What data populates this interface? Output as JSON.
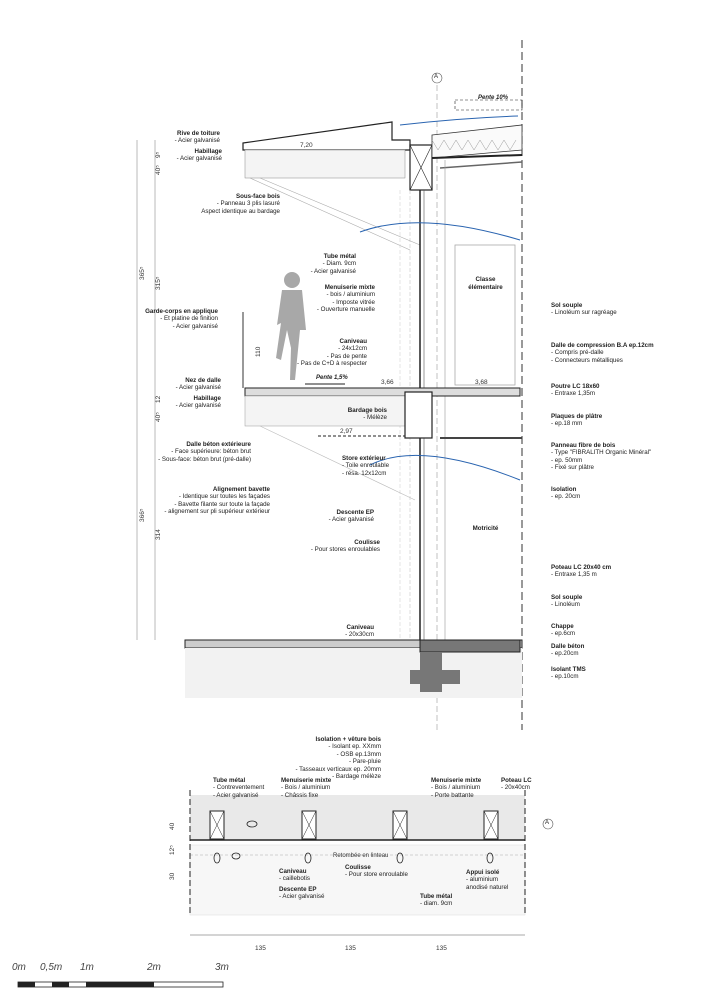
{
  "section": {
    "left_labels": [
      {
        "title": "Rive de toiture",
        "lines": [
          "- Acier galvanisé"
        ]
      },
      {
        "title": "Habillage",
        "lines": [
          "- Acier galvanisé"
        ]
      },
      {
        "title": "Sous-face bois",
        "lines": [
          "- Panneau 3 plis lasuré",
          "Aspect identique au bardage"
        ]
      },
      {
        "title": "Tube métal",
        "lines": [
          "- Diam. 9cm",
          "- Acier galvanisé"
        ]
      },
      {
        "title": "Menuiserie mixte",
        "lines": [
          "- bois / aluminium",
          "- Imposte vitrée",
          "- Ouverture manuelle"
        ]
      },
      {
        "title": "Garde-corps en applique",
        "lines": [
          "- Et platine de finition",
          "- Acier galvanisé"
        ]
      },
      {
        "title": "Caniveau",
        "lines": [
          "- 24x12cm",
          "- Pas de pente",
          "- Pas de C+D à respecter"
        ]
      },
      {
        "title": "Nez de dalle",
        "lines": [
          "- Acier galvanisé"
        ]
      },
      {
        "title": "Habillage",
        "lines": [
          "- Acier galvanisé"
        ]
      },
      {
        "title": "Bardage bois",
        "lines": [
          "- Mélèze"
        ]
      },
      {
        "title": "Dalle béton extérieure",
        "lines": [
          "- Face supérieure: béton brut",
          "- Sous-face: béton brut (pré-dalle)"
        ]
      },
      {
        "title": "Store extérieur",
        "lines": [
          "- Toile enroulable",
          "- résa. 12x12cm"
        ]
      },
      {
        "title": "Alignement bavette",
        "lines": [
          "- Identique sur toutes les façades",
          "- Bavette filante sur toute la façade",
          "- alignement sur pli supérieur extérieur"
        ]
      },
      {
        "title": "Descente EP",
        "lines": [
          "- Acier galvanisé"
        ]
      },
      {
        "title": "Coulisse",
        "lines": [
          "- Pour stores enroulables"
        ]
      },
      {
        "title": "Caniveau",
        "lines": [
          "- 20x30cm"
        ]
      }
    ],
    "right_labels": [
      {
        "title": "Sol souple",
        "lines": [
          "- Linoléum sur ragréage"
        ]
      },
      {
        "title": "Dalle de compression B.A ep.12cm",
        "lines": [
          "- Compris pré-dalle",
          "- Connecteurs métalliques"
        ]
      },
      {
        "title": "Poutre LC 18x60",
        "lines": [
          "- Entraxe 1,35m"
        ]
      },
      {
        "title": "Plaques de plâtre",
        "lines": [
          "- ep.18 mm"
        ]
      },
      {
        "title": "Panneau fibre de bois",
        "lines": [
          "- Type \"FIBRALITH Organic Minéral\"",
          "- ep. 50mm",
          "- Fixé sur plâtre"
        ]
      },
      {
        "title": "Isolation",
        "lines": [
          "- ep. 20cm"
        ]
      },
      {
        "title": "Poteau LC 20x40 cm",
        "lines": [
          "- Entraxe 1,35 m"
        ]
      },
      {
        "title": "Sol souple",
        "lines": [
          "- Linoléum"
        ]
      },
      {
        "title": "Chappe",
        "lines": [
          "- ep.6cm"
        ]
      },
      {
        "title": "Dalle béton",
        "lines": [
          "- ep.20cm"
        ]
      },
      {
        "title": "Isolant TMS",
        "lines": [
          "- ep.10cm"
        ]
      }
    ],
    "rooms": [
      "Classe élémentaire",
      "Motricité"
    ],
    "slopes": [
      "Pente 10%",
      "Pente 1,5%"
    ],
    "levels": [
      "7,20",
      "3,66",
      "3,68",
      "2,97"
    ],
    "grid_axis": "A",
    "dimensions": [
      "40⁵",
      "9⁵",
      "365⁵",
      "315⁵",
      "110",
      "40⁵",
      "12",
      "366⁵",
      "314"
    ]
  },
  "plan": {
    "labels": [
      {
        "title": "Isolation + vêture bois",
        "lines": [
          "- Isolant ep. XXmm",
          "- OSB ep.13mm",
          "- Pare-pluie",
          "- Tasseaux verticaux ep. 20mm",
          "- Bardage mélèze"
        ]
      },
      {
        "title": "Tube métal",
        "lines": [
          "- Contreventement",
          "- Acier galvanisé"
        ]
      },
      {
        "title": "Menuiserie mixte",
        "lines": [
          "- Bois / aluminium",
          "- Châssis fixe"
        ]
      },
      {
        "title": "Menuiserie mixte",
        "lines": [
          "- Bois / aluminium",
          "- Porte battante"
        ]
      },
      {
        "title": "Poteau LC",
        "lines": [
          "- 20x40cm"
        ]
      },
      {
        "title": "Coulisse",
        "lines": [
          "- Pour store enroulable"
        ]
      },
      {
        "title": "Appui isolé",
        "lines": [
          "- aluminium",
          "anodisé naturel"
        ]
      },
      {
        "title": "Caniveau",
        "lines": [
          "- caillebotis"
        ]
      },
      {
        "title": "Descente EP",
        "lines": [
          "- Acier galvanisé"
        ]
      },
      {
        "title": "Tube métal",
        "lines": [
          "- diam. 9cm"
        ]
      }
    ],
    "note": "Retombée en linteau",
    "grid_axis": "A",
    "dimensions_h": [
      "135",
      "135",
      "135"
    ],
    "dimensions_v": [
      "40",
      "12⁵",
      "30"
    ]
  },
  "scale_bar": [
    "0m",
    "0,5m",
    "1m",
    "2m",
    "3m"
  ],
  "colors": {
    "line": "#222222",
    "blue": "#2a64b0",
    "figure": "#a8a8a8",
    "hatch": "#dddddd"
  }
}
